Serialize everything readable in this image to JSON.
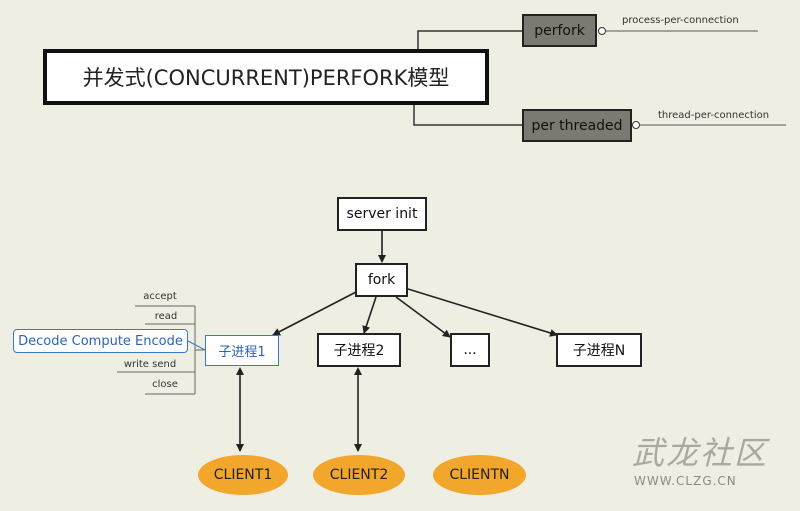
{
  "main_title": "并发式(CONCURRENT)PERFORK模型",
  "branches": {
    "perfork": {
      "label": "perfork",
      "leaf": "process-per-connection"
    },
    "per_threaded": {
      "label": "per threaded",
      "leaf": "thread-per-connection"
    }
  },
  "flow": {
    "server_init": "server init",
    "fork": "fork",
    "children": [
      "子进程1",
      "子进程2",
      "...",
      "子进程N"
    ],
    "clients": [
      "CLIENT1",
      "CLIENT2",
      "CLIENTN"
    ]
  },
  "child1_ops": {
    "ops": [
      "accept",
      "read",
      "Decode Compute Encode",
      "write send",
      "close"
    ]
  },
  "watermark": {
    "main": "武龙社区",
    "sub": "WWW.CLZG.CN"
  },
  "colors": {
    "background": "#efeee3",
    "client": "#f2a62b",
    "dark_box": "#7a7a72",
    "blue": "#3a78c8"
  }
}
